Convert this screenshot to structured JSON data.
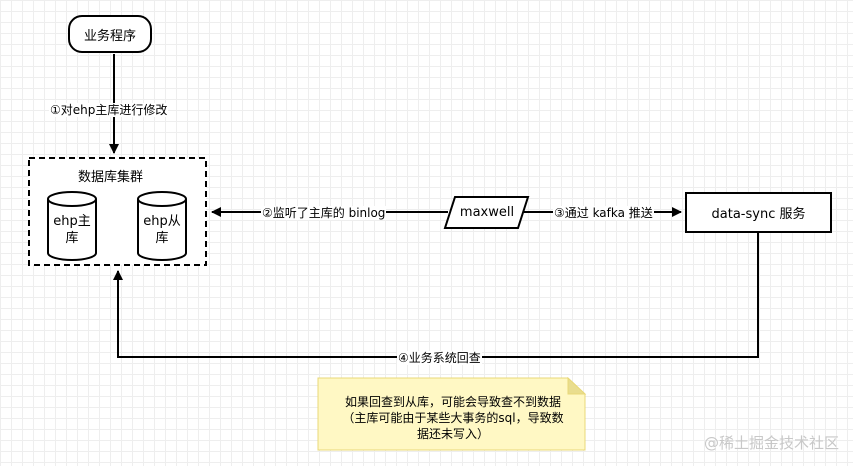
{
  "nodes": {
    "business_program": "业务程序",
    "db_cluster": "数据库集群",
    "ehp_master": [
      "ehp主",
      "库"
    ],
    "ehp_slave": [
      "ehp从",
      "库"
    ],
    "maxwell": "maxwell",
    "data_sync": "data-sync 服务"
  },
  "edges": {
    "step1": "①对ehp主库进行修改",
    "step2": "②监听了主库的 binlog",
    "step3": "③通过 kafka 推送",
    "step4": "④业务系统回查"
  },
  "note": {
    "lines": [
      "如果回查到从库，可能会导致查不到数据",
      "（主库可能由于某些大事务的sql，导致数",
      "据还未写入）"
    ]
  },
  "watermark": "@稀土掘金技术社区"
}
